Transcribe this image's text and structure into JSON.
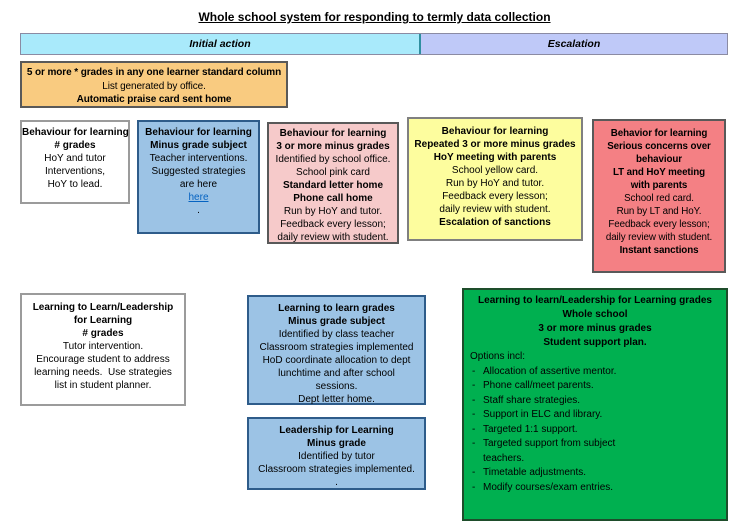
{
  "title": "Whole school system for responding to termly data collection",
  "header": {
    "initial": "Initial action",
    "escalation": "Escalation"
  },
  "praise": {
    "lines": [
      "5 or more * grades in any one learner standard column",
      "List generated by office.",
      "Automatic praise card sent home"
    ]
  },
  "row1": {
    "bfl_grades": {
      "lines": [
        "Behaviour for learning",
        "# grades",
        "HoY and tutor",
        "Interventions,",
        "HoY to lead."
      ]
    },
    "bfl_minus_subject": {
      "lines": [
        "Behaviour for learning",
        "Minus grade subject",
        "Teacher interventions.",
        "Suggested strategies",
        "are here"
      ],
      "link": "here",
      "footnote": "."
    },
    "bfl_three_minus": {
      "lines": [
        "Behaviour for learning",
        "3 or more minus grades",
        "Identified by school office.",
        "School pink card",
        "Standard letter home",
        "Phone call home",
        "Run by HoY and tutor.",
        "Feedback every lesson;",
        "daily review with student."
      ]
    },
    "bfl_repeated_minus": {
      "lines": [
        "Behaviour for learning",
        "Repeated 3 or more minus grades",
        "HoY meeting with parents",
        "School yellow card.",
        "Run by HoY and tutor.",
        "Feedback every lesson;",
        "daily review with student.",
        "Escalation of sanctions"
      ]
    },
    "bfl_serious": {
      "lines": [
        "Behavior for learning",
        "Serious concerns over",
        "behaviour",
        "LT and HoY meeting",
        "with parents",
        "School red card.",
        "Run by LT and HoY.",
        "Feedback every lesson;",
        "daily review with student.",
        "Instant sanctions"
      ]
    }
  },
  "row2": {
    "ltl_grades": {
      "lines": [
        "Learning to Learn/Leadership",
        "for Learning",
        "# grades",
        "Tutor intervention.",
        "Encourage student to address",
        "learning needs.  Use strategies",
        "list in student planner."
      ]
    },
    "ltl_minus_subject": {
      "lines": [
        "Learning to learn grades",
        "Minus grade subject",
        "Identified by class teacher",
        "Classroom strategies implemented",
        "HoD coordinate allocation to dept",
        "lunchtime and after school",
        "sessions.",
        "Dept letter home."
      ]
    },
    "lfl_minus": {
      "lines": [
        "Leadership for Learning",
        "Minus grade",
        "Identified by tutor",
        "Classroom strategies implemented.",
        "."
      ]
    },
    "support_plan": {
      "heading": [
        "Learning to learn/Leadership for Learning grades",
        "Whole school",
        "3 or more minus grades",
        "Student support plan."
      ],
      "intro": "Options incl:",
      "bullet": "-",
      "options": [
        "Allocation of assertive mentor.",
        "Phone call/meet parents.",
        "Staff share strategies.",
        "Support in ELC and library.",
        "Targeted 1:1 support.",
        "Targeted support from subject",
        "teachers.",
        "Timetable adjustments.",
        "Modify courses/exam entries."
      ]
    }
  },
  "colors": {
    "initial_action_bg": "#a9eafb",
    "escalation_bg": "#bfc9f8",
    "praise_bg": "#f9cb80",
    "blue_bg": "#9cc3e5",
    "pink_bg": "#f6caca",
    "yellow_bg": "#fdfd9e",
    "red_bg": "#f48084",
    "green_bg": "#00b050",
    "link": "#0563c1"
  }
}
